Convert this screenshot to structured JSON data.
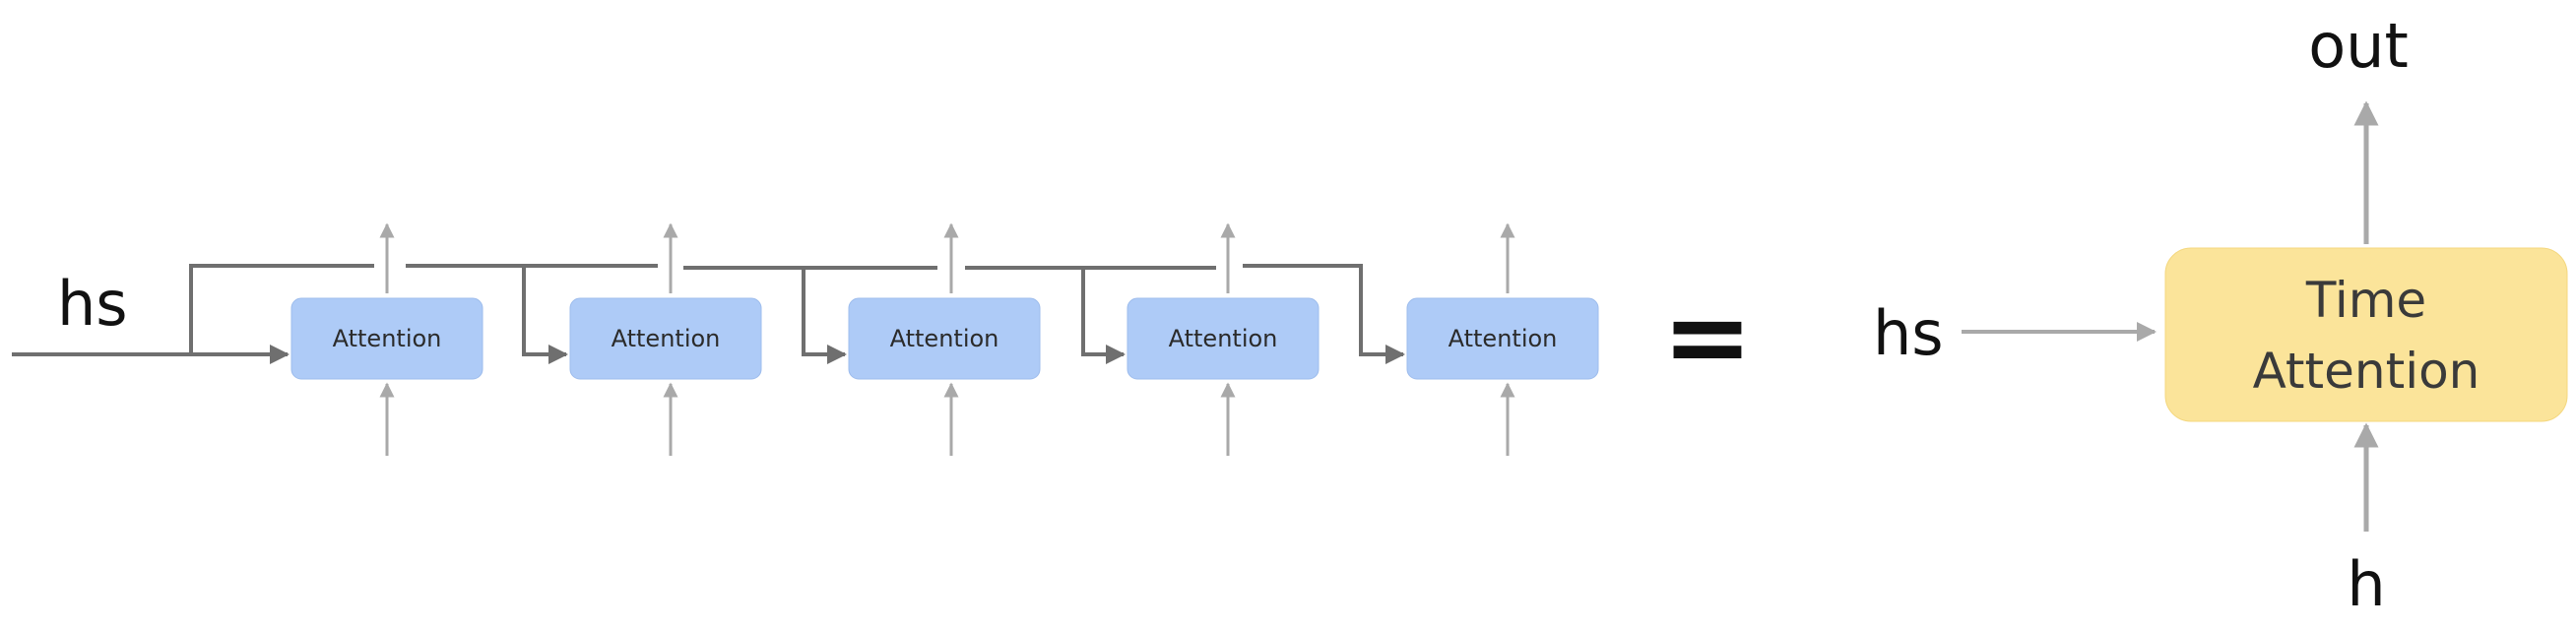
{
  "left": {
    "input_label": "hs",
    "blocks": [
      {
        "label": "Attention"
      },
      {
        "label": "Attention"
      },
      {
        "label": "Attention"
      },
      {
        "label": "Attention"
      },
      {
        "label": "Attention"
      }
    ]
  },
  "equals": "=",
  "right": {
    "input_label": "hs",
    "block_line1": "Time",
    "block_line2": "Attention",
    "output_label": "out",
    "bottom_label": "h"
  },
  "colors": {
    "attention_fill": "#aecbf7",
    "time_attention_fill": "#fbe49a",
    "dark_line": "#6f6f6f",
    "light_arrow": "#a9a9a9"
  }
}
